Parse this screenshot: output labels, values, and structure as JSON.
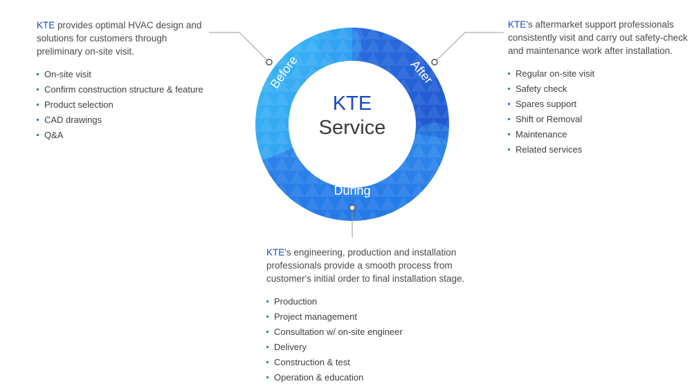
{
  "center": {
    "line1": "KTE",
    "line2": "Service"
  },
  "phases": {
    "before": "Before",
    "after": "After",
    "during": "During"
  },
  "before": {
    "brand": "KTE",
    "text": " provides optimal HVAC design and solutions for customers through preliminary on-site visit.",
    "items": [
      "On-site visit",
      "Confirm construction structure & feature",
      "Product selection",
      "CAD drawings",
      "Q&A"
    ]
  },
  "after": {
    "brand": "KTE",
    "text": "'s aftermarket support professionals consistently visit and carry out safety-check and maintenance work after installation.",
    "items": [
      "Regular on-site visit",
      "Safety check",
      "Spares support",
      "Shift or Removal",
      "Maintenance",
      "Related services"
    ]
  },
  "during": {
    "brand": "KTE",
    "text": "'s engineering, production and installation professionals provide a smooth process from customer's initial order to final installation stage.",
    "items": [
      "Production",
      "Project management",
      "Consultation w/ on-site engineer",
      "Delivery",
      "Construction & test",
      "Operation & education"
    ]
  },
  "colors": {
    "ring_light": "#3aa6f5",
    "ring_mid": "#2b8cee",
    "ring_dark": "#1f5fd6",
    "brand": "#1548c8",
    "bullet": "#2b7be0"
  }
}
